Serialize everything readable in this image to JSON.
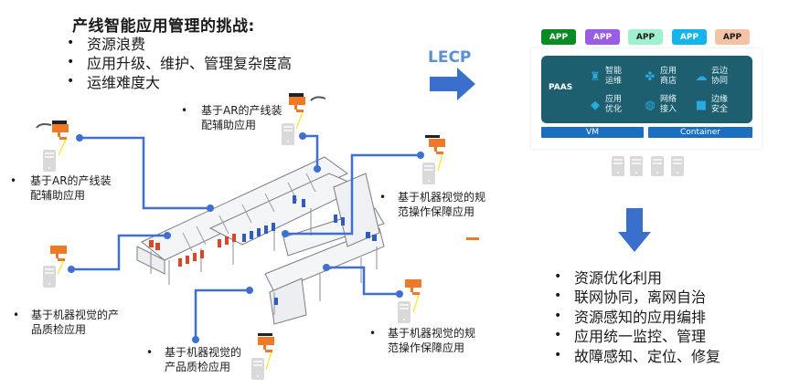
{
  "challenges": {
    "title": "产线智能应用管理的挑战:",
    "items": [
      "资源浪费",
      "应用升级、维护、管理复杂度高",
      "运维难度大"
    ]
  },
  "bullet_glyph": "•",
  "arrow_label": "LECP",
  "scenario_labels": [
    {
      "id": "ar-left",
      "line1": "基于AR的产线装",
      "line2": "配辅助应用"
    },
    {
      "id": "ar-top",
      "line1": "基于AR的产线装",
      "line2": "配辅助应用"
    },
    {
      "id": "vision-spec-right-top",
      "line1": "基于机器视觉的规",
      "line2": "范操作保障应用"
    },
    {
      "id": "vision-quality-left",
      "line1": "基于机器视觉的产",
      "line2": "品质检应用"
    },
    {
      "id": "vision-quality-bottom",
      "line1": "基于机器视觉的",
      "line2": "产品质检应用"
    },
    {
      "id": "vision-spec-right-bottom",
      "line1": "基于机器视觉的规",
      "line2": "范操作保障应用"
    }
  ],
  "platform": {
    "apps": [
      {
        "label": "APP",
        "color": "#0a8a23",
        "text_color": "#ffffff"
      },
      {
        "label": "APP",
        "color": "#9b5de5",
        "text_color": "#ffffff"
      },
      {
        "label": "APP",
        "color": "#9ff0cd",
        "text_color": "#1a1a1a"
      },
      {
        "label": "APP",
        "color": "#13b5ef",
        "text_color": "#ffffff"
      },
      {
        "label": "APP",
        "color": "#f4c3a5",
        "text_color": "#1a1a1a"
      }
    ],
    "paas_label": "PAAS",
    "features": [
      {
        "icon": "robot-icon",
        "glyph": "♜",
        "line1": "智能",
        "line2": "运维"
      },
      {
        "icon": "app-store-icon",
        "glyph": "✤",
        "line1": "应用",
        "line2": "商店"
      },
      {
        "icon": "cloud-edge-icon",
        "glyph": "☁",
        "line1": "云边",
        "line2": "协同"
      },
      {
        "icon": "cube-icon",
        "glyph": "◆",
        "line1": "应用",
        "line2": "优化"
      },
      {
        "icon": "globe-icon",
        "glyph": "◍",
        "line1": "网络",
        "line2": "接入"
      },
      {
        "icon": "shield-icon",
        "glyph": "■",
        "line1": "边缘",
        "line2": "安全"
      }
    ],
    "vm_label": "VM",
    "container_label": "Container",
    "colors": {
      "paas_bg": "#1d5f6e",
      "bar": "#1b6fc0",
      "icon": "#2aa8e0"
    }
  },
  "benefits": {
    "items": [
      "资源优化利用",
      "联网协同，离网自治",
      "资源感知的应用编排",
      "应用统一监控、管理",
      "故障感知、定位、修复"
    ]
  },
  "colors": {
    "connector": "#3f6fd1",
    "arrow": "#3a6fcc",
    "camera": "#ee7a28",
    "server": "#d9d9d9",
    "link": "#f5e61a"
  }
}
